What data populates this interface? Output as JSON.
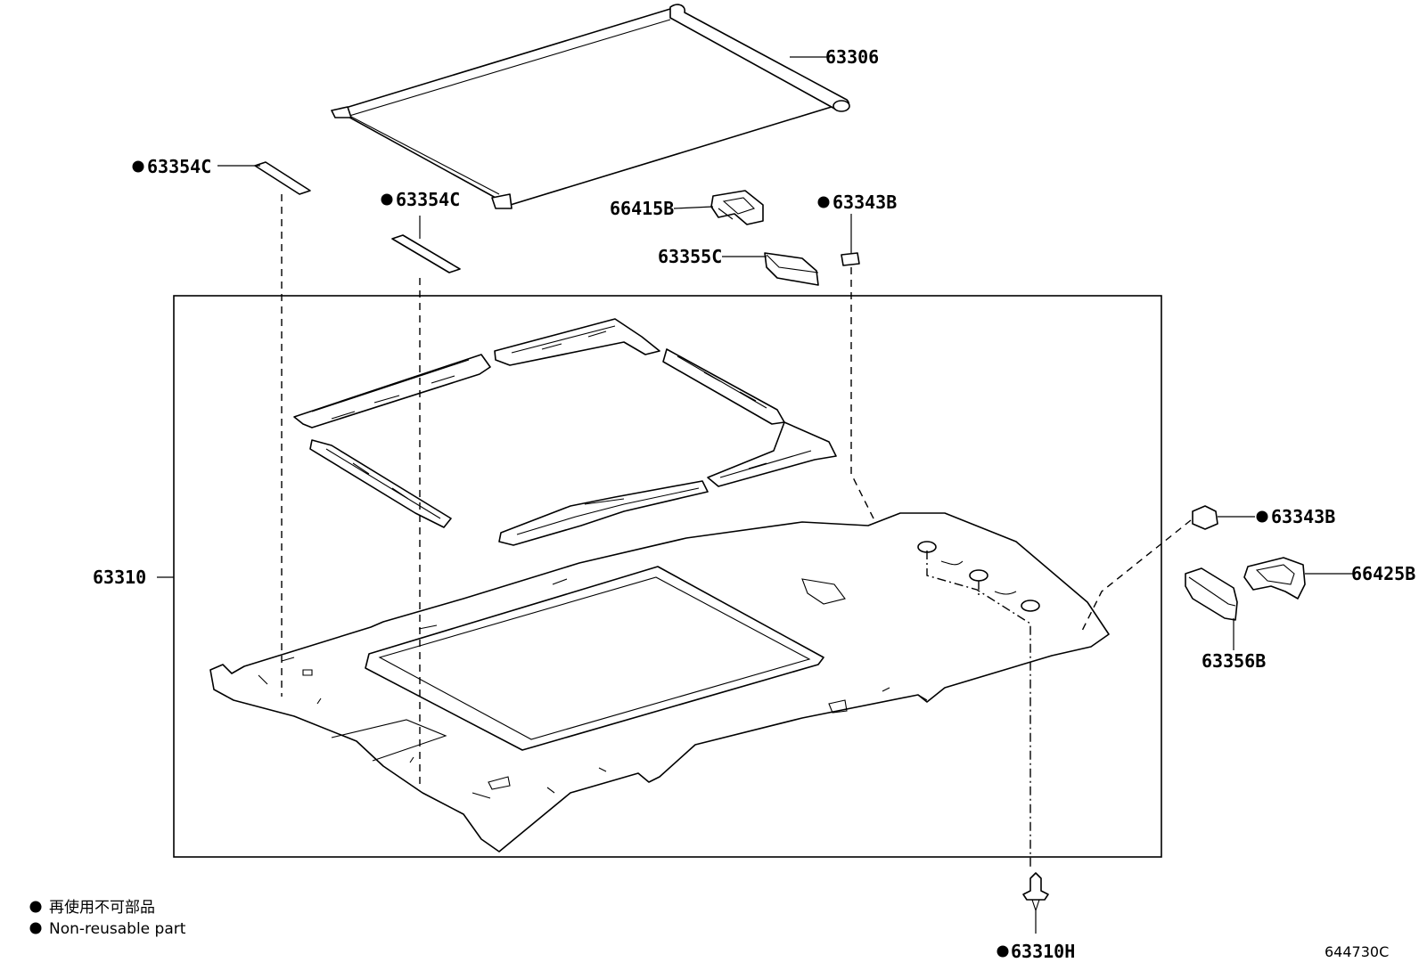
{
  "labels": {
    "p63306": "63306",
    "p63354c_a": "63354C",
    "p63354c_b": "63354C",
    "p66415b": "66415B",
    "p63343b_a": "63343B",
    "p63355c": "63355C",
    "p63310": "63310",
    "p63343b_b": "63343B",
    "p66425b": "66425B",
    "p63356b": "63356B",
    "p63310h": "63310H"
  },
  "legend": {
    "line1": "再使用不可部品",
    "line2": "Non-reusable part"
  },
  "diagram_code": "644730C"
}
